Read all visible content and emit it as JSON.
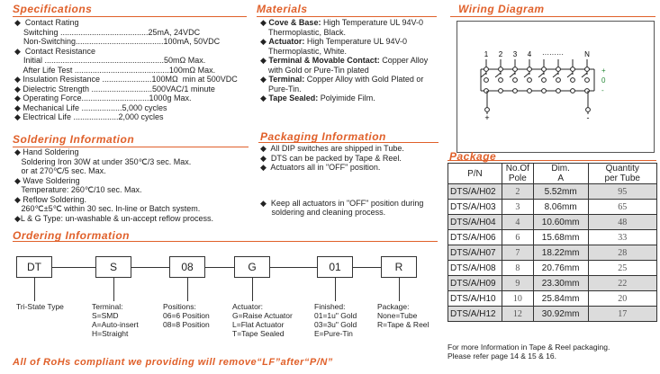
{
  "specifications": {
    "title": "Specifications",
    "lines": [
      "◆  Contact Rating",
      "    Switching .......................................25mA, 24VDC",
      "    Non-Switching.......................................100mA, 50VDC",
      "◆  Contact Resistance",
      "    Initial .....................................................50mΩ Max.",
      "    After Life Test ..........................................100mΩ Max.",
      "◆ Insulation Resistance ......................100MΩ  min at 500VDC",
      "◆ Dielectric Strength ...........................500VAC/1 minute",
      "◆ Operating Force..............................1000g Max.",
      "◆ Mechanical Life ..................5,000 cycles",
      "◆ Electrical Life ....................2,000 cycles"
    ]
  },
  "materials": {
    "title": "Materials",
    "items": [
      {
        "bold": "Cove & Base:",
        "text": " High Temperature UL 94V-0",
        "cont": "Thermoplastic, Black."
      },
      {
        "bold": "Actuator:",
        "text": " High Temperature UL 94V-0",
        "cont": "Thermoplastic, White."
      },
      {
        "bold": "Terminal & Movable Contact:",
        "text": " Copper Alloy",
        "cont": "with Gold or Pure-Tin plated"
      },
      {
        "bold": "Terminal:",
        "text": " Copper Alloy with Gold Plated or",
        "cont": "Pure-Tin."
      },
      {
        "bold": "Tape Sealed:",
        "text": " Polyimide Film.",
        "cont": ""
      }
    ]
  },
  "wiring": {
    "title": "Wiring Diagram",
    "pins": [
      "1",
      "2",
      "3",
      "4",
      "·········",
      "N"
    ],
    "states": [
      "+",
      "0",
      "-"
    ],
    "bottom_left": "+",
    "bottom_right": "-"
  },
  "soldering": {
    "title": "Soldering Information",
    "lines": [
      "◆ Hand Soldering",
      "   Soldering Iron 30W at under 350℃/3 sec. Max.",
      "   or at 270℃/5 sec. Max.",
      "◆ Wave Soldering",
      "   Temperature: 260℃/10 sec. Max.",
      "◆ Reflow Soldering.",
      "   260℃±5℃ within 30 sec. In-line or Batch system.",
      "◆L & G Type: un-washable & un-accept reflow process."
    ]
  },
  "packaging": {
    "title": "Packaging Information",
    "lines": [
      "◆  All DIP switches are shipped in Tube.",
      "◆  DTS can be packed by Tape & Reel.",
      "◆  Actuators all in \"OFF\" position."
    ],
    "note1": "◆  Keep all actuators in \"OFF\" position during",
    "note2": "     soldering and cleaning process."
  },
  "package": {
    "title": "Package",
    "headers": [
      "P/N",
      "No.Of\nPole",
      "Dim.\nA",
      "Quantity\nper Tube"
    ],
    "rows": [
      [
        "DTS/A/H02",
        "2",
        "5.52mm",
        "95"
      ],
      [
        "DTS/A/H03",
        "3",
        "8.06mm",
        "65"
      ],
      [
        "DTS/A/H04",
        "4",
        "10.60mm",
        "48"
      ],
      [
        "DTS/A/H06",
        "6",
        "15.68mm",
        "33"
      ],
      [
        "DTS/A/H07",
        "7",
        "18.22mm",
        "28"
      ],
      [
        "DTS/A/H08",
        "8",
        "20.76mm",
        "25"
      ],
      [
        "DTS/A/H09",
        "9",
        "23.30mm",
        "22"
      ],
      [
        "DTS/A/H10",
        "10",
        "25.84mm",
        "20"
      ],
      [
        "DTS/A/H12",
        "12",
        "30.92mm",
        "17"
      ]
    ],
    "note": "For more Information in Tape & Reel packaging.\nPlease refer page 14 & 15 & 16."
  },
  "ordering": {
    "title": "Ordering  Information",
    "codes": [
      "DT",
      "S",
      "08",
      "G",
      "01",
      "R"
    ],
    "labels": [
      "Tri-State Type",
      "Terminal:\nS=SMD\nA=Auto-insert\nH=Straight",
      "Positions:\n06=6 Position\n08=8 Position",
      "Actuator:\nG=Raise Actuator\nL=Flat Actuator\nT=Tape Sealed",
      "Finished:\n01=1u\" Gold\n03=3u\" Gold\nE=Pure-Tin",
      "Package:\nNone=Tube\nR=Tape & Reel"
    ]
  },
  "footer": "All  of  RoHs  compliant  we  providing  will  remove“LF”after“P/N”"
}
